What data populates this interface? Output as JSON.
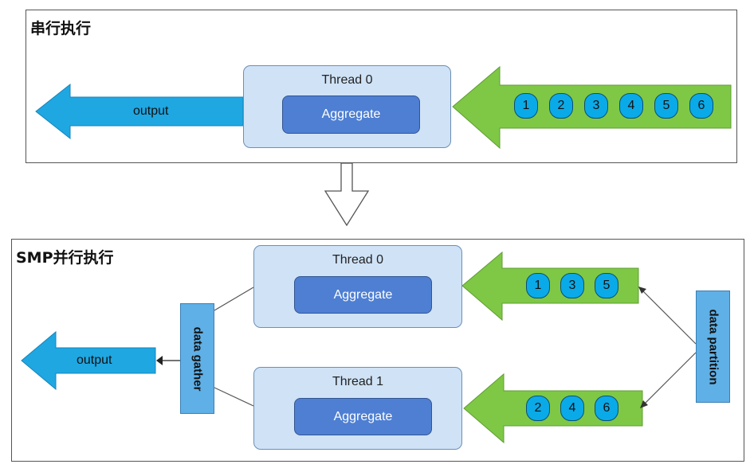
{
  "serial": {
    "title": "串行执行",
    "thread_label": "Thread 0",
    "aggregate_label": "Aggregate",
    "output_label": "output",
    "tokens": [
      "1",
      "2",
      "3",
      "4",
      "5",
      "6"
    ]
  },
  "parallel": {
    "title": "SMP并行执行",
    "gather_label": "data gather",
    "partition_label": "data partition",
    "output_label": "output",
    "threads": [
      {
        "label": "Thread 0",
        "aggregate_label": "Aggregate",
        "tokens": [
          "1",
          "3",
          "5"
        ]
      },
      {
        "label": "Thread 1",
        "aggregate_label": "Aggregate",
        "tokens": [
          "2",
          "4",
          "6"
        ]
      }
    ]
  },
  "colors": {
    "output_arrow": "#1fa7e2",
    "input_arrow": "#7ec846",
    "token_fill": "#0aaae8",
    "thread_fill": "#cfe2f6",
    "aggregate_fill": "#4e7fd3"
  }
}
